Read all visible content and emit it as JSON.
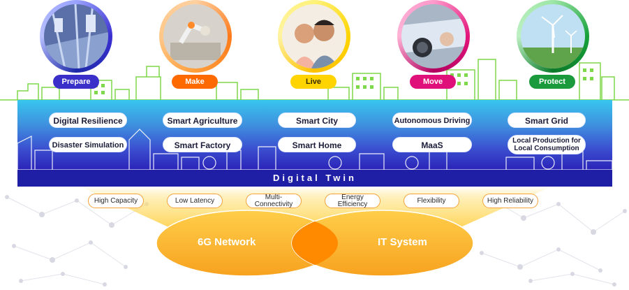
{
  "themes": [
    {
      "key": "prepare",
      "label": "Prepare"
    },
    {
      "key": "make",
      "label": "Make"
    },
    {
      "key": "live",
      "label": "Live"
    },
    {
      "key": "move",
      "label": "Move"
    },
    {
      "key": "protect",
      "label": "Protect"
    }
  ],
  "services": {
    "row1": [
      "Digital Resilience",
      "Smart Agriculture",
      "Smart City",
      "Autonomous Driving",
      "Smart Grid"
    ],
    "row2": [
      "Disaster Simulation",
      "Smart Factory",
      "Smart Home",
      "MaaS",
      "Local Production for Local Consumption"
    ]
  },
  "digital_twin": "Digital Twin",
  "capabilities": [
    "High Capacity",
    "Low Latency",
    "Multi-Connectivity",
    "Energy Efficiency",
    "Flexibility",
    "High Reliability"
  ],
  "capability_lines": [
    [
      "High Capacity"
    ],
    [
      "Low Latency"
    ],
    [
      "Multi-",
      "Connectivity"
    ],
    [
      "Energy",
      "Efficiency"
    ],
    [
      "Flexibility"
    ],
    [
      "High Reliability"
    ]
  ],
  "network": {
    "left": "6G Network",
    "right": "IT System"
  },
  "colors": {
    "band_top": "#37c6ee",
    "band_bottom": "#2b23b8",
    "digital_twin_bar": "#1e1fa4",
    "skyline": "#7ed94a",
    "cone": "#ffd84a",
    "ellipse": "#f7a21f",
    "overlap": "#ff7f00"
  }
}
